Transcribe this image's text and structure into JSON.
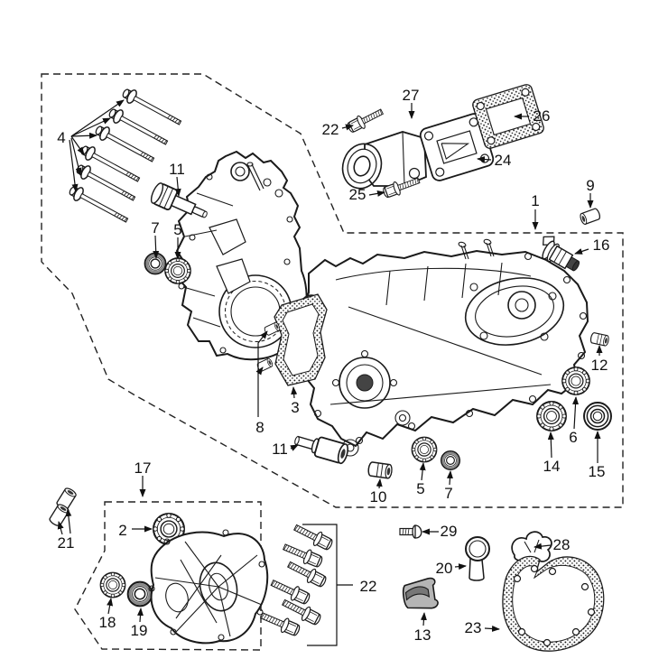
{
  "diagram": {
    "type": "exploded-parts-diagram",
    "background": "#ffffff",
    "line_color": "#1a1a1a",
    "dash_color": "#222222",
    "rubber_part_fill": "#b5b5b5",
    "rubber_slot_fill": "#777777",
    "seal_ring_color": "#888888"
  },
  "callouts": [
    {
      "text": "4"
    },
    {
      "text": "11"
    },
    {
      "text": "7"
    },
    {
      "text": "5"
    },
    {
      "text": "22"
    },
    {
      "text": "27"
    },
    {
      "text": "26"
    },
    {
      "text": "24"
    },
    {
      "text": "25"
    },
    {
      "text": "1"
    },
    {
      "text": "9"
    },
    {
      "text": "16"
    },
    {
      "text": "12"
    },
    {
      "text": "3"
    },
    {
      "text": "8"
    },
    {
      "text": "11"
    },
    {
      "text": "10"
    },
    {
      "text": "5"
    },
    {
      "text": "7"
    },
    {
      "text": "14"
    },
    {
      "text": "6"
    },
    {
      "text": "15"
    },
    {
      "text": "17"
    },
    {
      "text": "21"
    },
    {
      "text": "2"
    },
    {
      "text": "18"
    },
    {
      "text": "19"
    },
    {
      "text": "22"
    },
    {
      "text": "29"
    },
    {
      "text": "20"
    },
    {
      "text": "28"
    },
    {
      "text": "13"
    },
    {
      "text": "23"
    }
  ]
}
